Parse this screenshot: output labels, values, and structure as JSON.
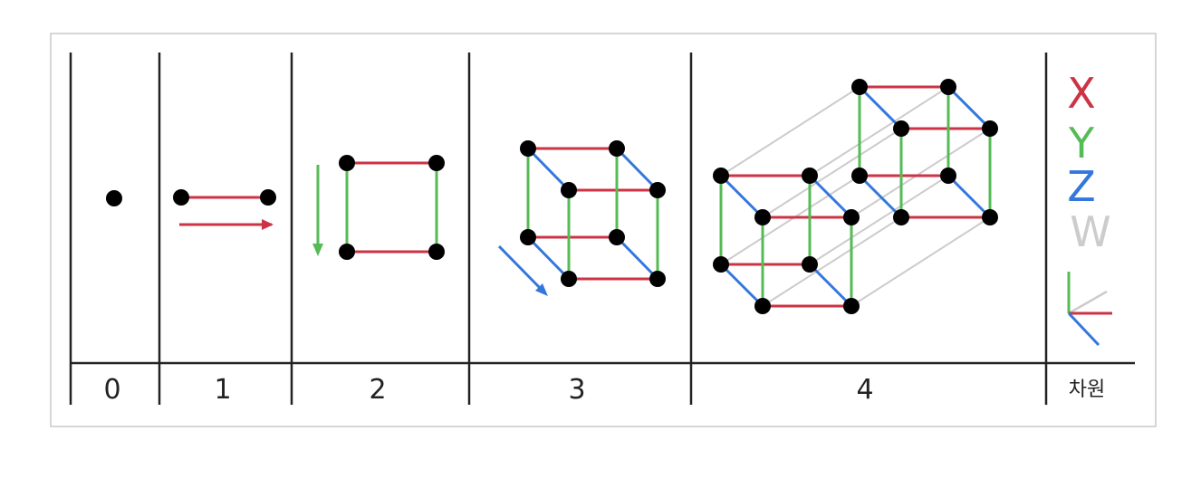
{
  "colors": {
    "x": "#cc3344",
    "y": "#55bb55",
    "z": "#3377dd",
    "w": "#cccccc",
    "line": "#222222",
    "frame": "#c8c8c8",
    "vertex": "#000000"
  },
  "columns": [
    {
      "label": "0"
    },
    {
      "label": "1"
    },
    {
      "label": "2"
    },
    {
      "label": "3"
    },
    {
      "label": "4"
    },
    {
      "label": "차원"
    }
  ],
  "legend": {
    "x": "X",
    "y": "Y",
    "z": "Z",
    "w": "W"
  }
}
